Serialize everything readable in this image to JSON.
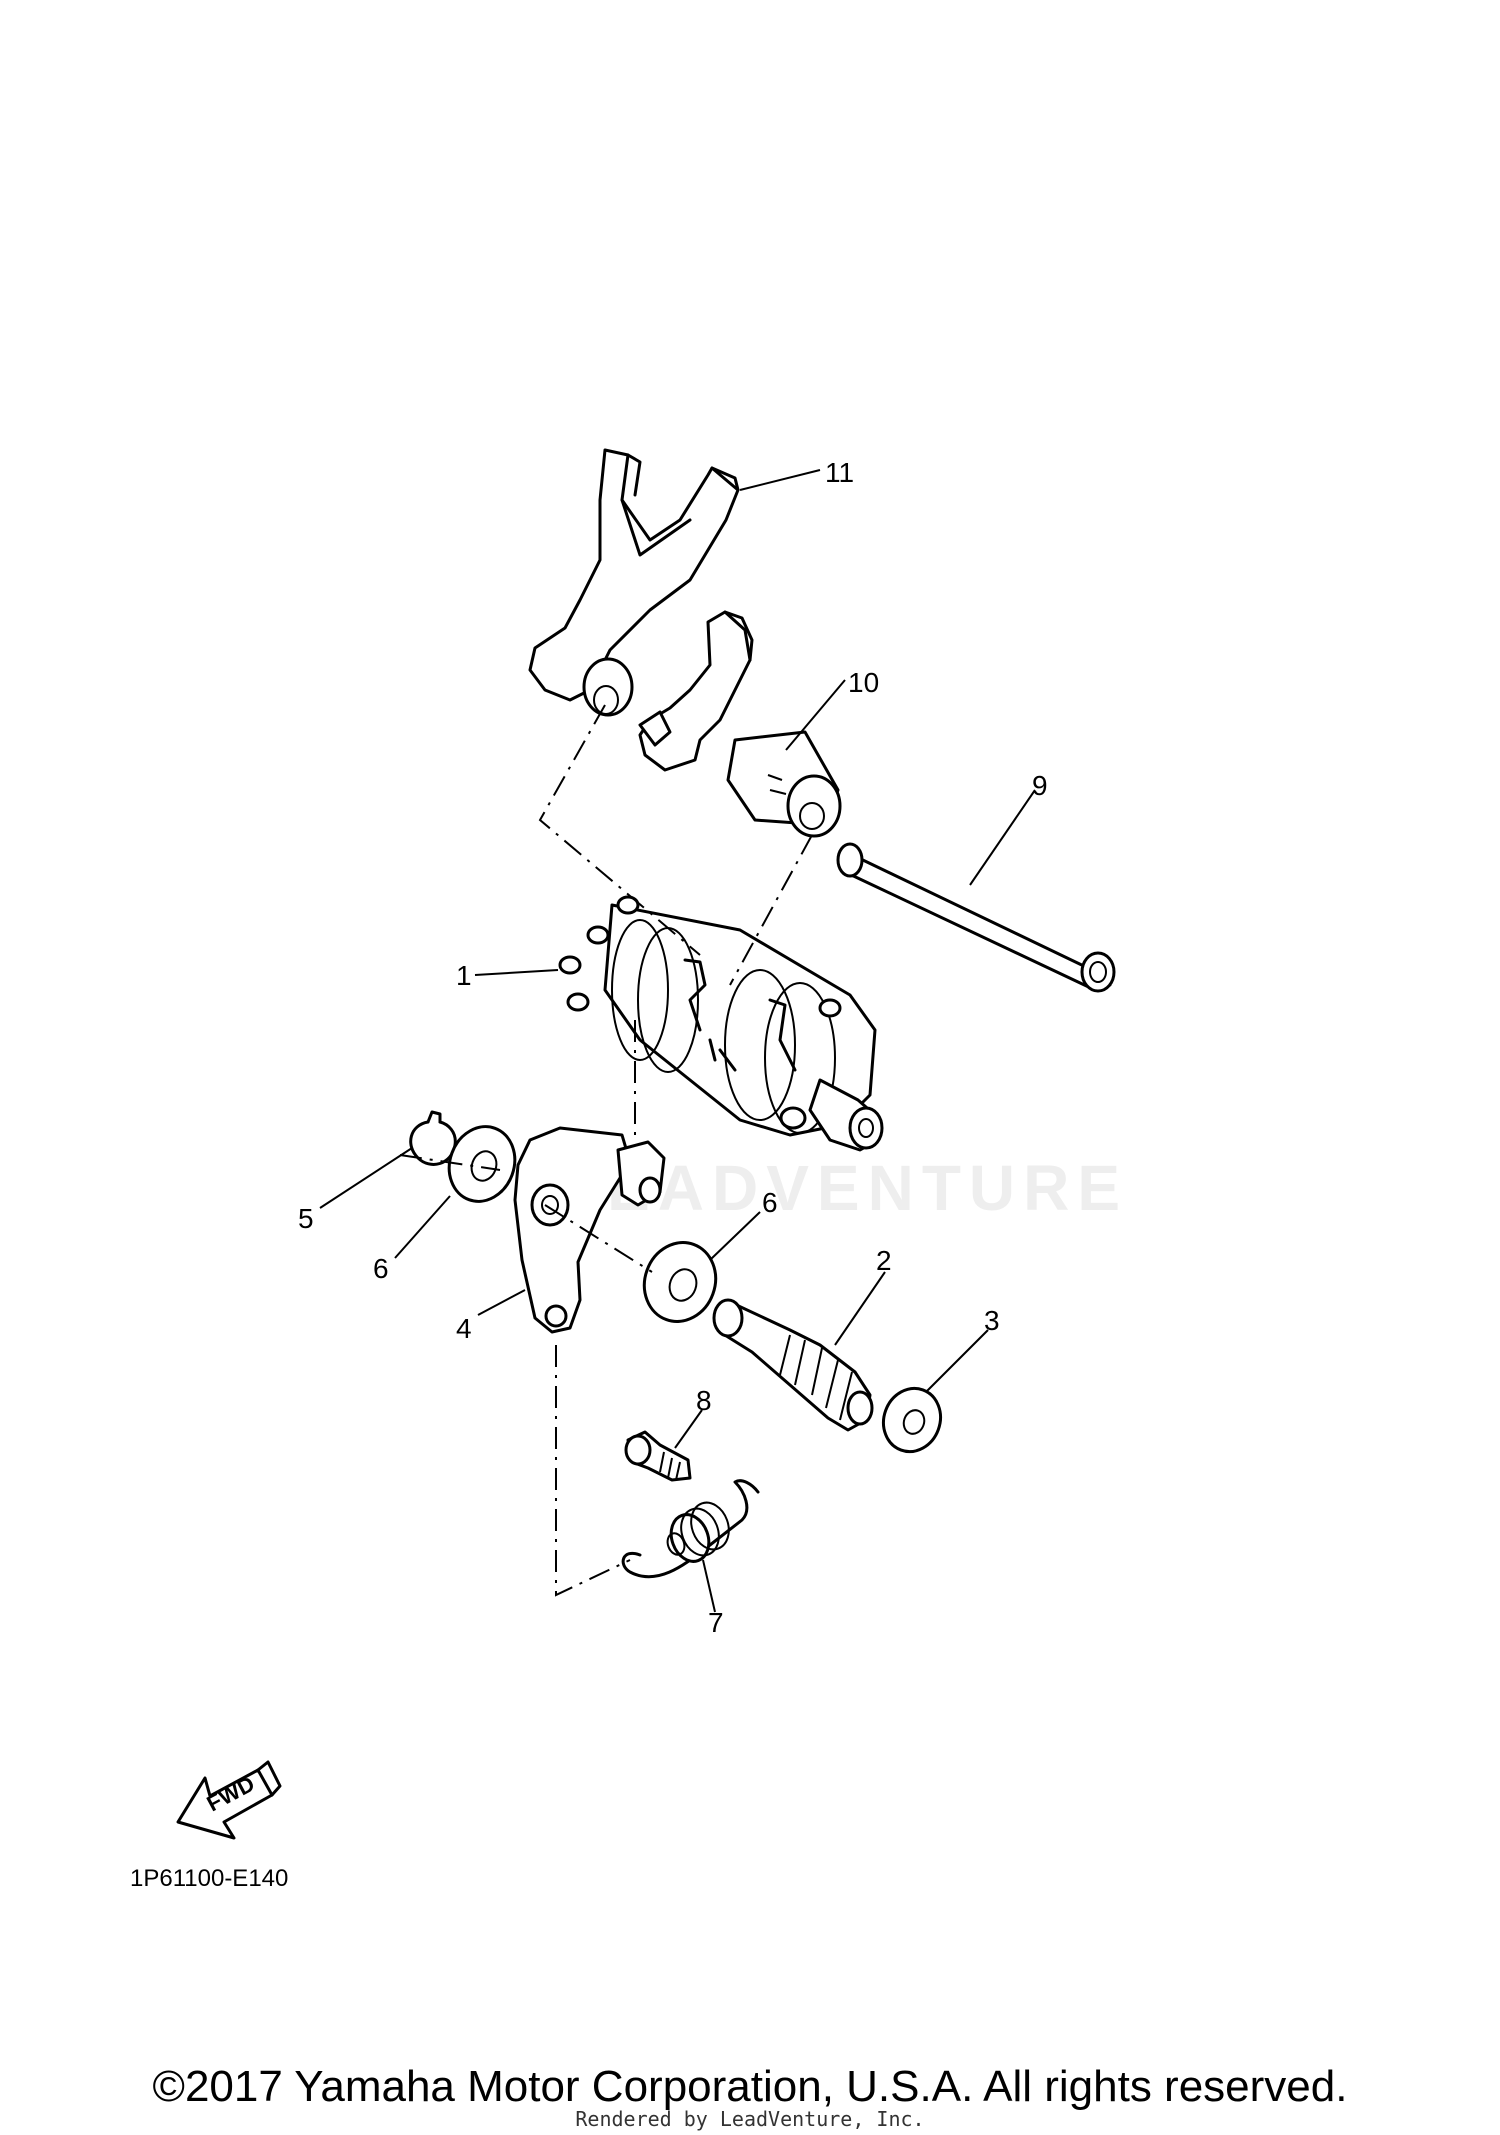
{
  "watermark": "LEADVENTURE",
  "callouts": [
    {
      "id": "1",
      "label": "1"
    },
    {
      "id": "2",
      "label": "2"
    },
    {
      "id": "3",
      "label": "3"
    },
    {
      "id": "4",
      "label": "4"
    },
    {
      "id": "5",
      "label": "5"
    },
    {
      "id": "6a",
      "label": "6"
    },
    {
      "id": "6b",
      "label": "6"
    },
    {
      "id": "7",
      "label": "7"
    },
    {
      "id": "8",
      "label": "8"
    },
    {
      "id": "9",
      "label": "9"
    },
    {
      "id": "10",
      "label": "10"
    },
    {
      "id": "11",
      "label": "11"
    }
  ],
  "fwd_label": "FWD",
  "part_code": "1P61100-E140",
  "copyright": "©2017 Yamaha Motor Corporation, U.S.A. All rights reserved.",
  "rendered_by": "Rendered by LeadVenture, Inc."
}
